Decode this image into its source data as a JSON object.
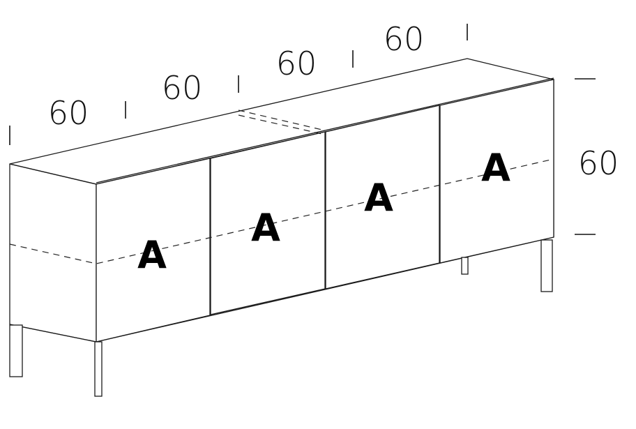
{
  "width_dimensions": [
    {
      "label": "60"
    },
    {
      "label": "60"
    },
    {
      "label": "60"
    },
    {
      "label": "60"
    }
  ],
  "height_dimension": {
    "label": "60"
  },
  "modules": [
    {
      "label": "A"
    },
    {
      "label": "A"
    },
    {
      "label": "A"
    },
    {
      "label": "A"
    }
  ]
}
